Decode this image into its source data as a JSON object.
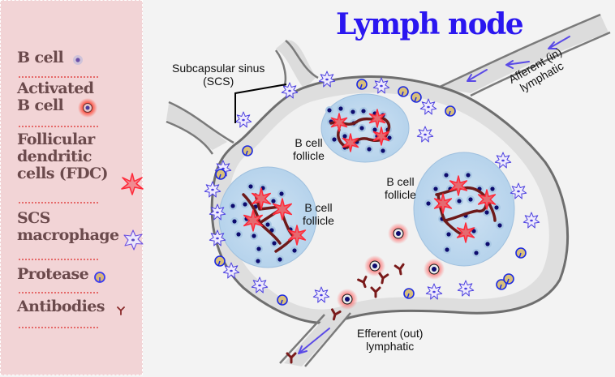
{
  "title": "Lymph node",
  "legend": {
    "items": [
      {
        "label_lines": [
          "B cell"
        ],
        "icon": "b-cell-icon"
      },
      {
        "label_lines": [
          "Activated",
          "B cell"
        ],
        "icon": "activated-b-cell-icon"
      },
      {
        "label_lines": [
          "Follicular",
          "dendritic",
          "cells (FDC)"
        ],
        "icon": "fdc-star-icon"
      },
      {
        "label_lines": [
          "SCS",
          "macrophage"
        ],
        "icon": "scs-macrophage-icon"
      },
      {
        "label_lines": [
          "Protease"
        ],
        "icon": "protease-icon"
      },
      {
        "label_lines": [
          "Antibodies"
        ],
        "icon": "antibody-icon"
      }
    ]
  },
  "labels": {
    "scs_line1": "Subcapsular sinus",
    "scs_line2": "(SCS)",
    "afferent_line1": "Afferent (in)",
    "afferent_line2": "lymphatic",
    "efferent_line1": "Efferent (out)",
    "efferent_line2": "lymphatic",
    "follicle_top_line1": "B cell",
    "follicle_top_line2": "follicle",
    "follicle_left_line1": "B cell",
    "follicle_left_line2": "follicle",
    "follicle_right_line1": "B cell",
    "follicle_right_line2": "follicle"
  },
  "colors": {
    "title": "#2a16f0",
    "legend_bg": "#f2d4d6",
    "legend_text": "#6b4a4c",
    "separator": "#e56a6a",
    "b_cell": "#0d0b6e",
    "fdc": "#ff2a3a",
    "fdc_dendrite": "#6e1a1a",
    "macrophage": "#4a3ee0",
    "protease_fill": "#d9c07a",
    "protease_stroke": "#1d2ae0",
    "antibody": "#7a1a1a",
    "follicle": "#c6def0",
    "flow_arrow": "#5a4ae6"
  }
}
